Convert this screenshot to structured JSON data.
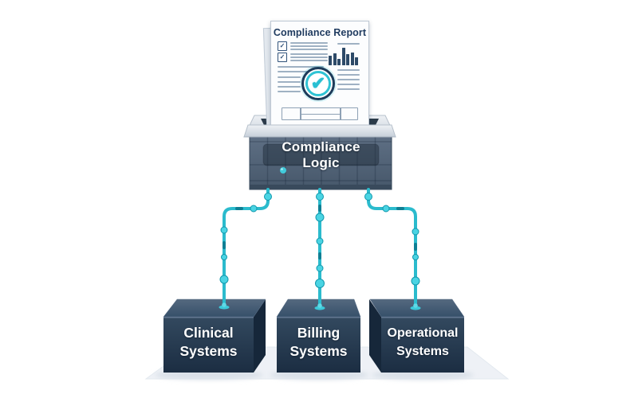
{
  "colors": {
    "teal": "#2fc3d4",
    "navy": "#1e3a5f",
    "box_front_dark": "#1b2d42",
    "machine_slate": "#51637a",
    "platform": "#eef1f6"
  },
  "document": {
    "title": "Compliance Report",
    "checkbox_glyph": "✓",
    "check_glyph": "✔",
    "chart_bars": [
      12,
      15,
      8,
      22,
      14,
      16,
      10
    ]
  },
  "processor": {
    "label": "Compliance Logic"
  },
  "systems": [
    {
      "line1": "Clinical",
      "line2": "Systems"
    },
    {
      "line1": "Billing",
      "line2": "Systems"
    },
    {
      "line1": "Operational",
      "line2": "Systems"
    }
  ]
}
